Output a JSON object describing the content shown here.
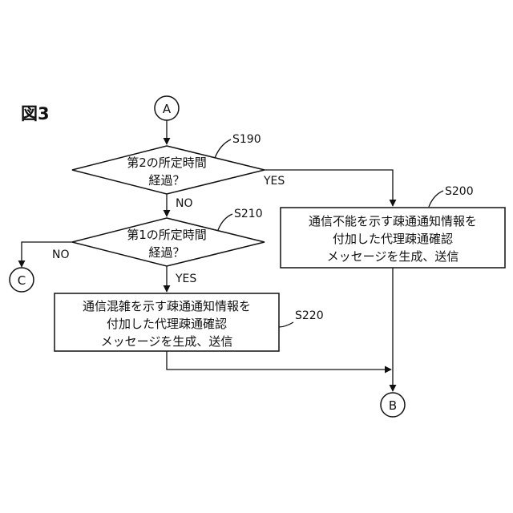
{
  "figure_label": "図3",
  "connectors": {
    "a": "A",
    "b": "B",
    "c": "C"
  },
  "decision1": {
    "step": "S190",
    "line1": "第2の所定時間",
    "line2": "経過？",
    "yes": "YES",
    "no": "NO"
  },
  "decision2": {
    "step": "S210",
    "line1": "第1の所定時間",
    "line2": "経過？",
    "yes": "YES",
    "no": "NO"
  },
  "process_s200": {
    "step": "S200",
    "line1": "通信不能を示す疎通通知情報を",
    "line2": "付加した代理疎通確認",
    "line3": "メッセージを生成、送信"
  },
  "process_s220": {
    "step": "S220",
    "line1": "通信混雑を示す疎通通知情報を",
    "line2": "付加した代理疎通確認",
    "line3": "メッセージを生成、送信"
  }
}
